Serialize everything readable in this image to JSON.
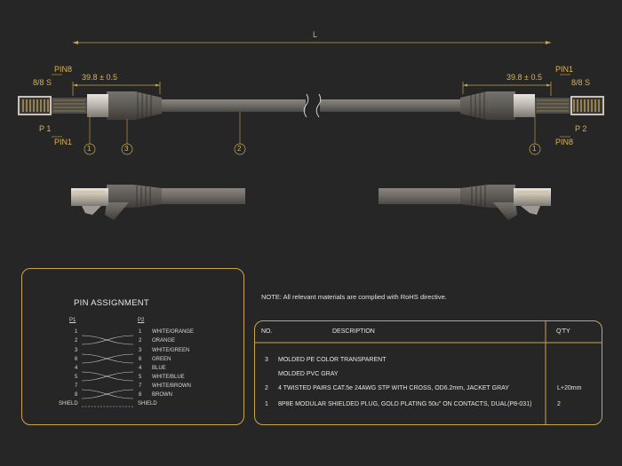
{
  "dimensions": {
    "length_label": "L",
    "left_dim": "39.8 ± 0.5",
    "right_dim": "39.8 ± 0.5"
  },
  "left_plug": {
    "pin8": "PIN8",
    "pin1": "PIN1",
    "type": "8/8  S",
    "port": "P 1"
  },
  "right_plug": {
    "pin1": "PIN1",
    "pin8": "PIN8",
    "type": "8/8  S",
    "port": "P 2"
  },
  "callouts": {
    "one": "1",
    "two": "2",
    "three": "3"
  },
  "pin_assignment": {
    "title": "PIN ASSIGNMENT",
    "p1_label": "P1",
    "p2_label": "P2",
    "rows": [
      {
        "p1": "1",
        "p2": "1",
        "color": "WHITE/ORANGE"
      },
      {
        "p1": "2",
        "p2": "2",
        "color": "ORANGE"
      },
      {
        "p1": "3",
        "p2": "3",
        "color": "WHITE/GREEN"
      },
      {
        "p1": "6",
        "p2": "6",
        "color": "GREEN"
      },
      {
        "p1": "4",
        "p2": "4",
        "color": "BLUE"
      },
      {
        "p1": "5",
        "p2": "5",
        "color": "WHITE/BLUE"
      },
      {
        "p1": "7",
        "p2": "7",
        "color": "WHITE/BROWN"
      },
      {
        "p1": "8",
        "p2": "8",
        "color": "BROWN"
      }
    ],
    "shield_p1": "SHIELD",
    "shield_p2": "SHIELD"
  },
  "note": "NOTE: All relevant materials are complied with RoHS directive.",
  "bom": {
    "headers": {
      "no": "NO.",
      "description": "DESCRIPTION",
      "qty": "Q'TY"
    },
    "rows": [
      {
        "no": "3",
        "description": "MOLDED PE COLOR TRANSPARENT",
        "qty": ""
      },
      {
        "no": "",
        "description": "MOLDED PVC GRAY",
        "qty": ""
      },
      {
        "no": "2",
        "description": "4 TWISTED PAIRS CAT.5e  24AWG STP WITH CROSS, OD6.2mm, JACKET GRAY",
        "qty": "L+20mm"
      },
      {
        "no": "1",
        "description": "8P8E MODULAR SHIELDED PLUG, GOLD PLATING 50u\" ON CONTACTS, DUAL(P8-031)",
        "qty": "2"
      }
    ]
  },
  "colors": {
    "background": "#262626",
    "accent_gold": "#c9a54f",
    "cable_gray": "#6f6b66",
    "boot_gray": "#5e5a56"
  }
}
